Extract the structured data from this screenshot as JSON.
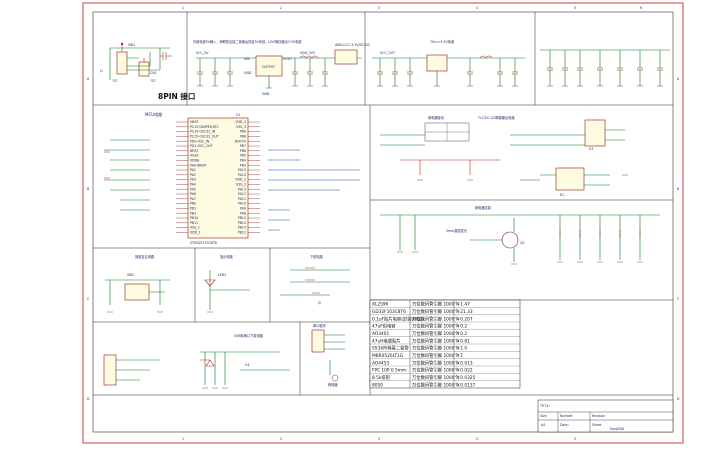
{
  "header_strip": {
    "text1": "外部电源5V输入，串联防反接二极管后供给5V系统，LDO降压输出3.3V电源",
    "text2": "7Vcc=3.3V电源",
    "text3": "AMS1117-3.3V/DC-DC"
  },
  "connector_section": {
    "title": "8PIN 接口",
    "refs": [
      "J1",
      "CN1",
      "SW1"
    ]
  },
  "power_section": {
    "ic_label": "OUTPUT",
    "ic_pins": [
      "VIN",
      "GND",
      "VOUT"
    ],
    "net_labels": [
      "VCC_5V",
      "GND",
      "VDD_3V3",
      "VCC_OUT"
    ]
  },
  "mcu_section": {
    "title": "MCU电路",
    "ic_ref": "U1",
    "ic_name": "STM32F103C8T6",
    "left_pins": [
      "VBAT",
      "PC13-TAMPER-RTC",
      "PC14-OSC32_IN",
      "PC15-OSC32_OUT",
      "PD0-OSC_IN",
      "PD1-OSC_OUT",
      "NRST",
      "VSSA",
      "VDDA",
      "PA0-WKUP",
      "PA1",
      "PA2",
      "PA3",
      "PA4",
      "PA5",
      "PA6",
      "PA7",
      "PB0",
      "PB1",
      "PB2",
      "PB10",
      "PB11",
      "VSS_1",
      "VDD_1"
    ],
    "right_pins": [
      "VDD_3",
      "VSS_3",
      "PB9",
      "PB8",
      "BOOT0",
      "PB7",
      "PB6",
      "PB5",
      "PB4",
      "PB3",
      "PA15",
      "PA14",
      "VDD_2",
      "VSS_2",
      "PA13",
      "PA12",
      "PA11",
      "PA10",
      "PA9",
      "PA8",
      "PB15",
      "PB14",
      "PB13",
      "PB12"
    ]
  },
  "drive_section": {
    "title": "继电器驱动",
    "title2": "TLC/OC-I/O隔离输出电路",
    "refs": [
      "Q1",
      "U3",
      "D2",
      "K1"
    ]
  },
  "sensor_section": {
    "title": "继电器控制",
    "subtitle": "3mm直插发光",
    "refs": [
      "Q2",
      "LED1",
      "R8",
      "R9"
    ]
  },
  "small_blocks": [
    {
      "title": "按键复位电路",
      "ref": "SW2"
    },
    {
      "title": "指示电路",
      "ref": "LED2"
    },
    {
      "title": "下载电路",
      "ref": "J2"
    }
  ],
  "bottom_blocks": [
    {
      "title": "USB转串口下载电路",
      "ref": "U4"
    },
    {
      "title": "串口模块",
      "ref": "J3"
    },
    {
      "title": "蜂鸣器",
      "ref": "BZ1"
    }
  ],
  "bom": {
    "rows": [
      {
        "part": "XL2596",
        "desc": "万位数码管引脚 1000个",
        "price": "￥1.47"
      },
      {
        "part": "GD32F103C8T6",
        "desc": "万位数码管引脚 1000个",
        "price": "￥21.33"
      },
      {
        "part": "0.1uF贴片电容(封装0402)",
        "desc": "万位数码管引脚 1000个",
        "price": "￥0.207"
      },
      {
        "part": "47uF钽电容",
        "desc": "万位数码管引脚 1000个",
        "price": "￥0.2"
      },
      {
        "part": "AO3401",
        "desc": "万位数码管引脚 1000个",
        "price": "￥0.2"
      },
      {
        "part": "47uH电感贴片",
        "desc": "万位数码管引脚 1000个",
        "price": "￥0.81"
      },
      {
        "part": "SS34肖特基二极管",
        "desc": "万位数码管引脚 1000个",
        "price": "￥1.0"
      },
      {
        "part": "MBR0520LT1G",
        "desc": "万位数码管引脚 1000个",
        "price": "￥1"
      },
      {
        "part": "AO4453",
        "desc": "万位数码管引脚 1000个",
        "price": "￥0.013"
      },
      {
        "part": "FPC 10P 0.5mm",
        "desc": "万位数码管引脚 1000个",
        "price": "￥0.022"
      },
      {
        "part": "8.5k排阻",
        "desc": "万位数码管引脚 1000个",
        "price": "￥0.0325"
      },
      {
        "part": "8050",
        "desc": "万位数码管引脚 1000个",
        "price": "￥0.0137"
      }
    ]
  },
  "title_block": {
    "title_label": "TITLE:",
    "size_label": "Size",
    "number_label": "Number",
    "revision_label": "Revision",
    "size_value": "A4",
    "date_label": "Date:",
    "sheet_label": "Sheet",
    "company": "EasyEDA"
  },
  "frame": {
    "top_numbers": [
      "1",
      "2",
      "3",
      "4",
      "5",
      "6"
    ],
    "side_letters": [
      "A",
      "B",
      "C",
      "D"
    ]
  }
}
